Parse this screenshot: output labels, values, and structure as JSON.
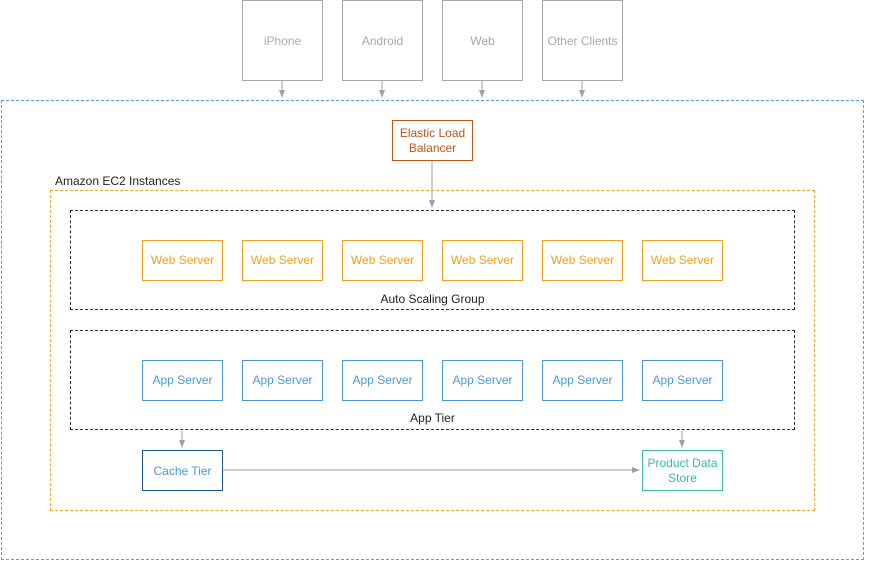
{
  "clients": [
    {
      "label": "iPhone"
    },
    {
      "label": "Android"
    },
    {
      "label": "Web"
    },
    {
      "label": "Other Clients"
    }
  ],
  "load_balancer": {
    "label": "Elastic Load Balancer"
  },
  "ec2_region": {
    "label": "Amazon EC2 Instances"
  },
  "auto_scaling_group": {
    "label": "Auto Scaling Group",
    "servers": [
      {
        "label": "Web Server"
      },
      {
        "label": "Web Server"
      },
      {
        "label": "Web Server"
      },
      {
        "label": "Web Server"
      },
      {
        "label": "Web Server"
      },
      {
        "label": "Web Server"
      }
    ]
  },
  "app_tier": {
    "label": "App Tier",
    "servers": [
      {
        "label": "App Server"
      },
      {
        "label": "App Server"
      },
      {
        "label": "App Server"
      },
      {
        "label": "App Server"
      },
      {
        "label": "App Server"
      },
      {
        "label": "App Server"
      }
    ]
  },
  "cache_tier": {
    "label": "Cache Tier"
  },
  "product_data_store": {
    "label": "Product Data Store"
  },
  "colors": {
    "client_border": "#a8a8a8",
    "aws_cloud": "#5a9fd4",
    "ec2_region": "#f0a824",
    "elb": "#c0561c",
    "web_server": "#f0a020",
    "app_server": "#4a9bd0",
    "cache_border": "#1d5a91",
    "data_store": "#3dbba0",
    "connector": "#a0a0a0"
  }
}
